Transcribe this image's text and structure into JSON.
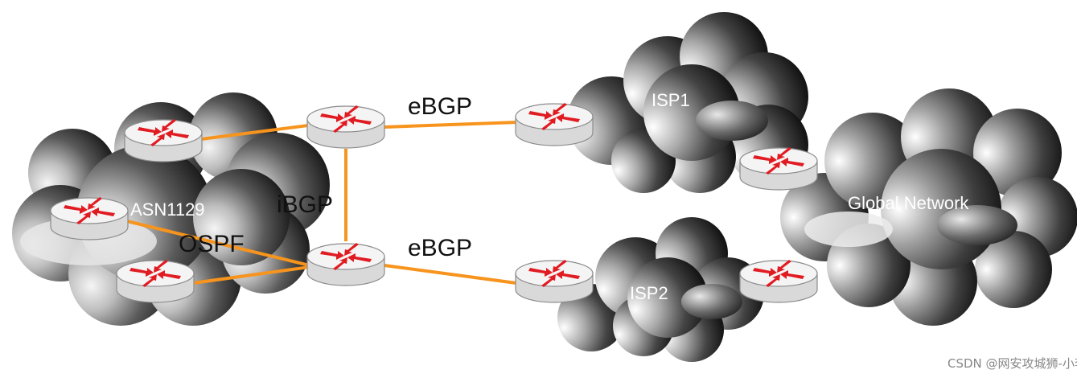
{
  "diagram": {
    "labels": {
      "asn": "ASN1129",
      "ospf": "OSPF",
      "ibgp": "iBGP",
      "ebgp_top": "eBGP",
      "ebgp_bottom": "eBGP",
      "isp1": "ISP1",
      "isp2": "ISP2",
      "global": "Global Network"
    },
    "watermark": "CSDN @网安攻城狮-小李",
    "colors": {
      "link": "#f7941d",
      "router_top": "#f2f2f2",
      "router_side": "#d9d9d9",
      "router_arrow": "#e11b22",
      "cloud_dark": "#1e1e1e",
      "cloud_light": "#f2f2f2"
    }
  }
}
